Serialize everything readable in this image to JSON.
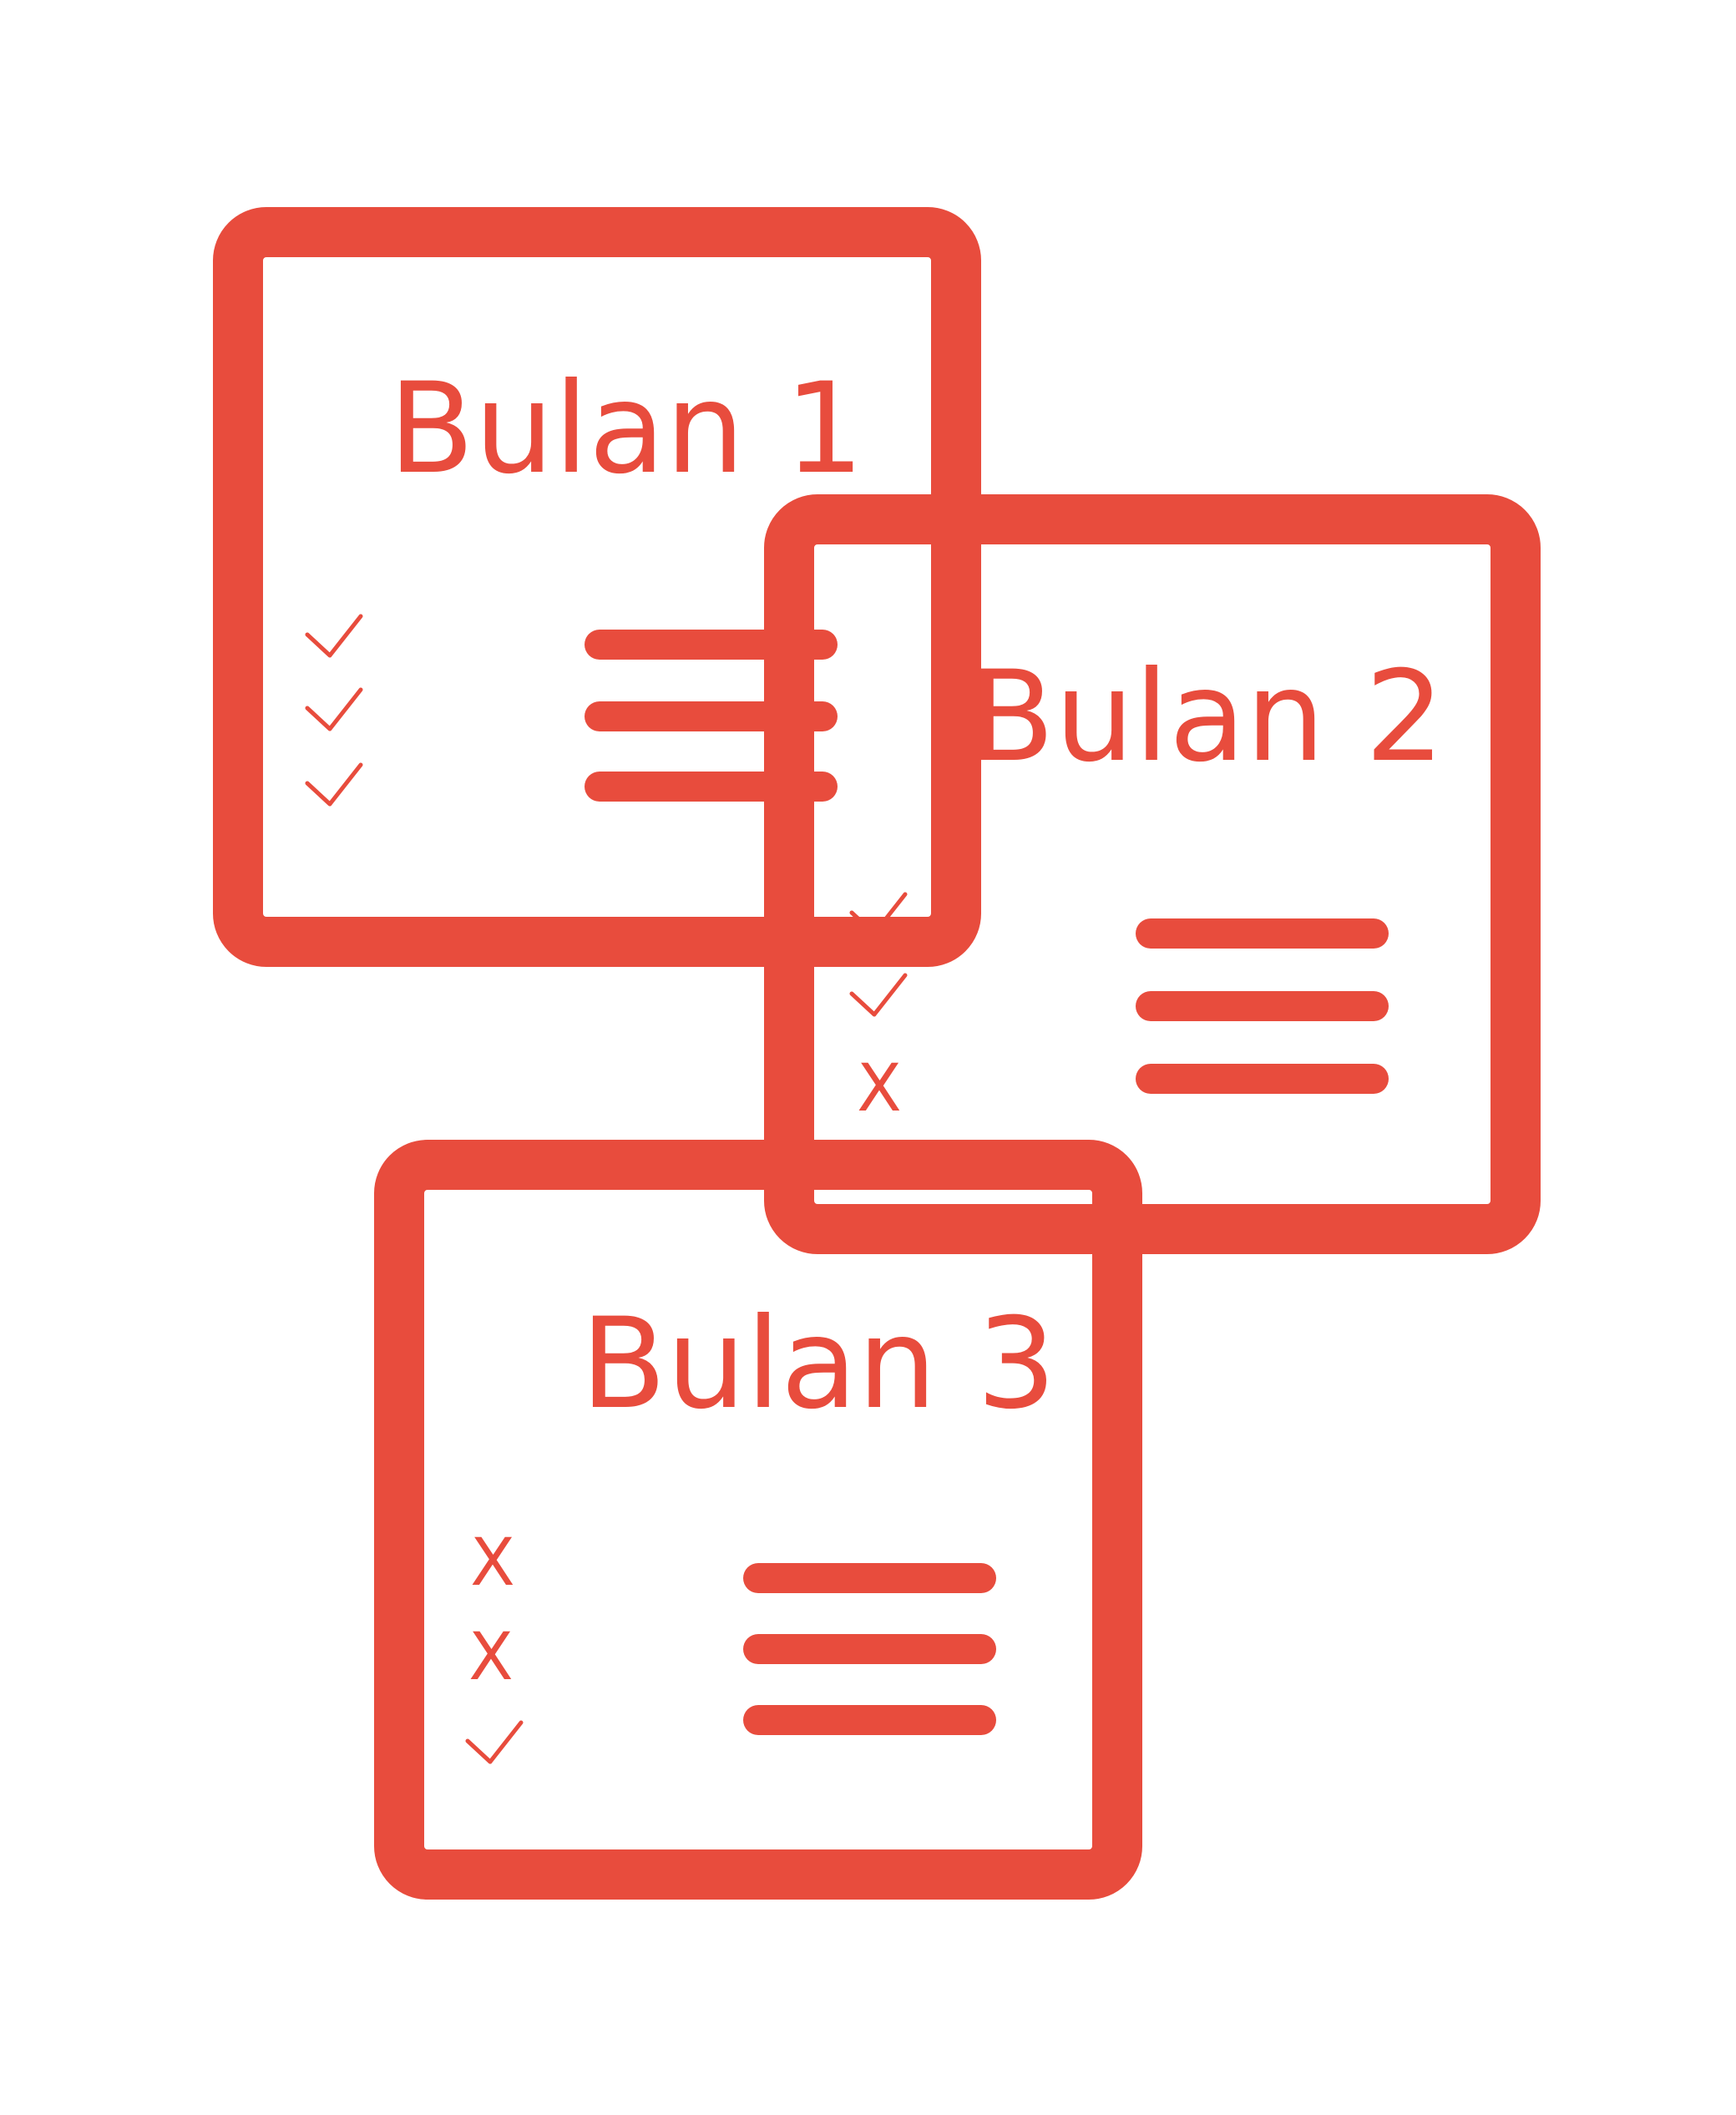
{
  "theme": {
    "accent": "#e84c3d",
    "background": "#ffffff"
  },
  "cards": [
    {
      "title": "Bulan 1",
      "marks": [
        {
          "type": "check-icon"
        },
        {
          "type": "check-icon"
        },
        {
          "type": "check-icon"
        }
      ],
      "lines": 3
    },
    {
      "title": "Bulan 2",
      "marks": [
        {
          "type": "check-icon"
        },
        {
          "type": "check-icon"
        },
        {
          "type": "cross",
          "text": "X"
        }
      ],
      "lines": 3
    },
    {
      "title": "Bulan 3",
      "marks": [
        {
          "type": "cross",
          "text": "X"
        },
        {
          "type": "cross",
          "text": "X"
        },
        {
          "type": "check-icon"
        }
      ],
      "lines": 3
    }
  ]
}
